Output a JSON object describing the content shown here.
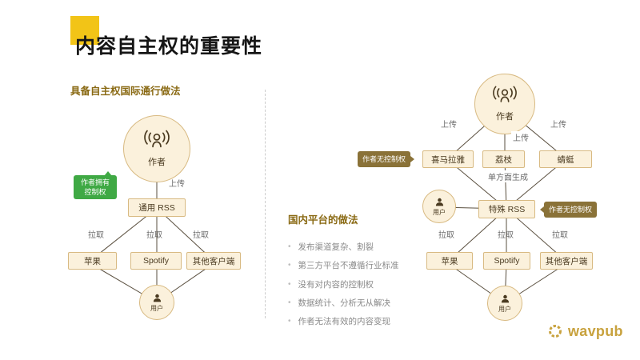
{
  "title": "内容自主权的重要性",
  "left_section": {
    "heading": "具备自主权国际通行做法",
    "author": "作者",
    "author_bubble": "作者拥有控制权",
    "upload": "上传",
    "rss": "通用 RSS",
    "pulls": [
      "拉取",
      "拉取",
      "拉取"
    ],
    "clients": [
      "苹果",
      "Spotify",
      "其他客户端"
    ],
    "user": "用户"
  },
  "right_section": {
    "author": "作者",
    "uploads": [
      "上传",
      "上传",
      "上传"
    ],
    "no_control_badge_top": "作者无控制权",
    "platforms": [
      "喜马拉雅",
      "荔枝",
      "蜻蜓"
    ],
    "unilateral": "单方面生成",
    "user_mid": "用户",
    "rss": "特殊 RSS",
    "no_control_badge_rss": "作者无控制权",
    "pulls": [
      "拉取",
      "拉取",
      "拉取"
    ],
    "clients": [
      "苹果",
      "Spotify",
      "其他客户端"
    ],
    "user": "用户",
    "notes_heading": "国内平台的做法",
    "bullets": [
      "发布渠道复杂、割裂",
      "第三方平台不遵循行业标准",
      "没有对内容的控制权",
      "数据统计、分析无从解决",
      "作者无法有效的内容变现"
    ]
  },
  "logo_text": "wavpub",
  "colors": {
    "accent_yellow": "#F2C417",
    "heading_brown": "#8A6A14",
    "node_fill": "#FBF1DC",
    "node_border": "#D8BA82",
    "green": "#3FA944",
    "brown": "#8A7238",
    "logo_gold": "#C8A23E",
    "line": "#5A4F3F"
  }
}
